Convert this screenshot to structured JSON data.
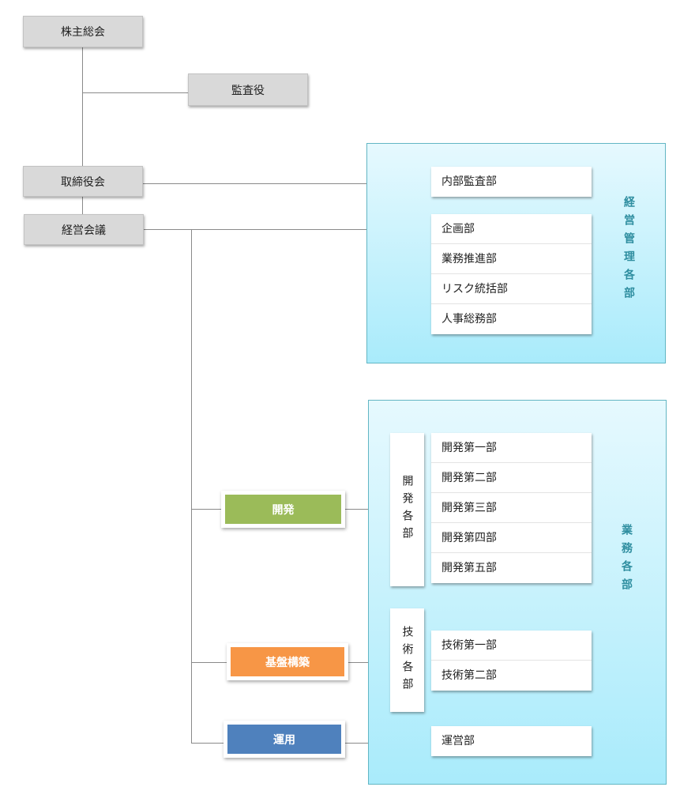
{
  "board": {
    "shareholders": "株主総会",
    "auditor": "監査役",
    "directors": "取締役会",
    "management_meeting": "経営会議"
  },
  "management_panel": {
    "label": "経営管理各部",
    "internal_audit": "内部監査部",
    "departments": [
      "企画部",
      "業務推進部",
      "リスク統括部",
      "人事総務部"
    ]
  },
  "operations_panel": {
    "label": "業務各部",
    "development": {
      "group_label": "開発各部",
      "departments": [
        "開発第一部",
        "開発第二部",
        "開発第三部",
        "開発第四部",
        "開発第五部"
      ]
    },
    "technology": {
      "group_label": "技術各部",
      "departments": [
        "技術第一部",
        "技術第二部"
      ]
    },
    "operations_dept": "運営部"
  },
  "divisions": {
    "development": {
      "label": "開発",
      "color": "#9bbb59"
    },
    "infrastructure": {
      "label": "基盤構築",
      "color": "#f79646"
    },
    "operations": {
      "label": "運用",
      "color": "#4f81bd"
    }
  }
}
